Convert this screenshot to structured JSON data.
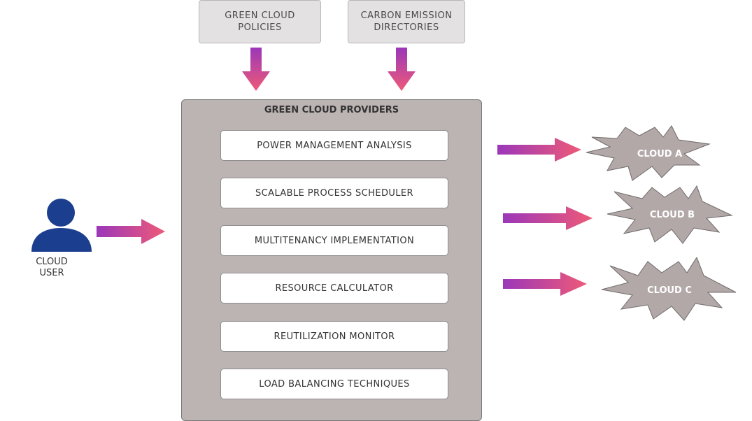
{
  "inputs": {
    "policies_line1": "GREEN CLOUD",
    "policies_line2": "POLICIES",
    "carbon_line1": "CARBON EMISSION",
    "carbon_line2": "DIRECTORIES"
  },
  "providers": {
    "title": "GREEN CLOUD PROVIDERS",
    "modules": [
      "POWER MANAGEMENT ANALYSIS",
      "SCALABLE PROCESS SCHEDULER",
      "MULTITENANCY IMPLEMENTATION",
      "RESOURCE CALCULATOR",
      "REUTILIZATION MONITOR",
      "LOAD BALANCING TECHNIQUES"
    ]
  },
  "user": {
    "line1": "CLOUD",
    "line2": "USER",
    "icon": "person-icon"
  },
  "clouds": [
    "CLOUD A",
    "CLOUD B",
    "CLOUD C"
  ],
  "colors": {
    "arrow_start": "#9b37b9",
    "arrow_end": "#ee5a78",
    "panel": "#bcb3b3",
    "cloud_fill": "#b3a8a8",
    "user_icon": "#1c3e8f"
  }
}
